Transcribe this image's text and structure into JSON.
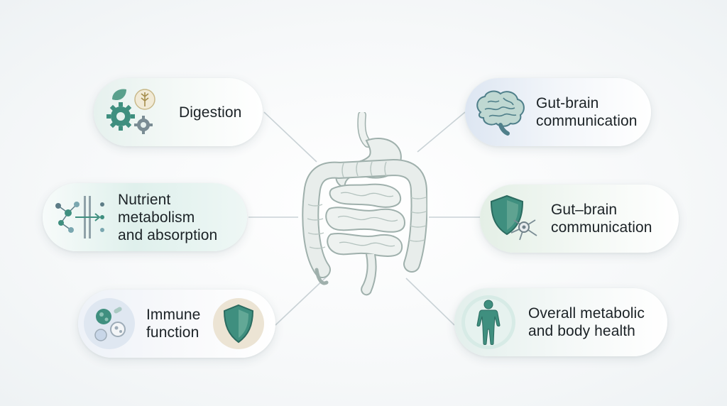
{
  "nodes": {
    "digestion": {
      "label_lines": [
        "Digestion"
      ]
    },
    "nutrient": {
      "label_lines": [
        "Nutrient",
        "metabolism",
        "and absorption"
      ]
    },
    "immune": {
      "label_lines": [
        "Immune",
        "function"
      ]
    },
    "gut_brain_1": {
      "label_lines": [
        "Gut-brain",
        "communication"
      ]
    },
    "gut_brain_2": {
      "label_lines": [
        "Gut–brain",
        "communication"
      ]
    },
    "health": {
      "label_lines": [
        "Overall metabolic",
        "and body health"
      ]
    }
  },
  "colors": {
    "teal": "#3f8f7f",
    "teal_dark": "#2b6b60",
    "connector": "#c9d2d6",
    "organ_fill": "#e9eeec",
    "organ_stroke": "#9fb0ac"
  },
  "icons": {
    "digestion": "gears-leaf-icon",
    "nutrient": "molecule-membrane-icon",
    "immune": "microbes-icon",
    "immune_shield": "shield-icon",
    "gut_brain_1": "brain-icon",
    "gut_brain_2": "shield-neuron-icon",
    "health": "human-body-icon",
    "center": "digestive-tract-icon"
  }
}
